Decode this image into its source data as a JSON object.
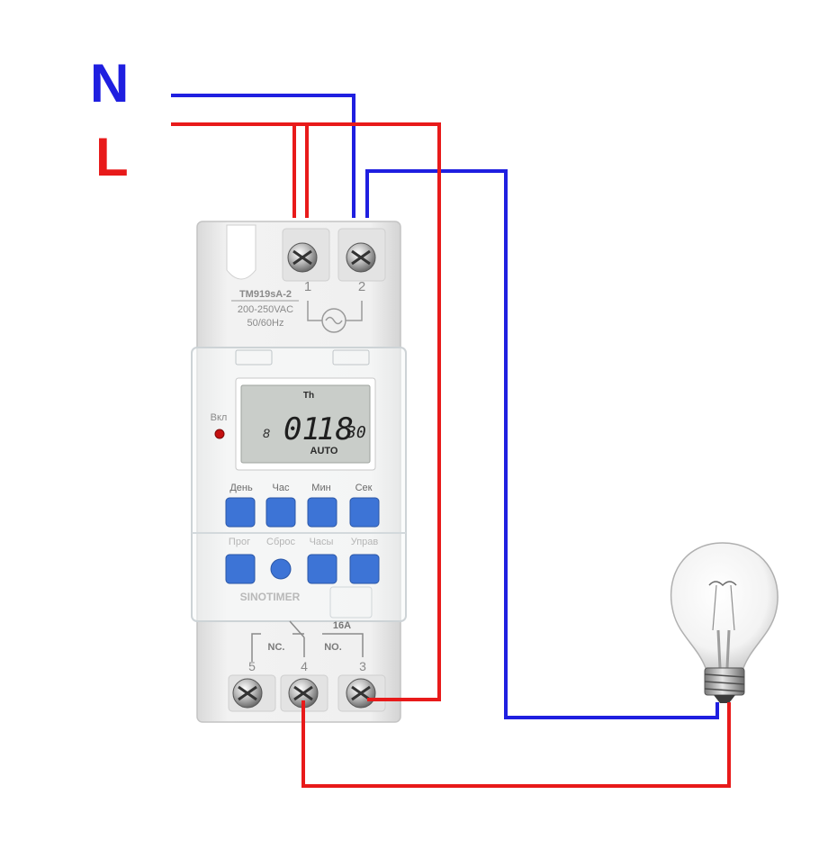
{
  "supply": {
    "neutral_label": "N",
    "line_label": "L"
  },
  "colors": {
    "neutral_wire": "#1f1fe0",
    "line_wire": "#e81a1a",
    "device_body": "#ededed",
    "lcd_background": "#c9cdc9",
    "button": "#3d74d6",
    "led": "#c41010"
  },
  "device": {
    "model": "TM919sA-2",
    "voltage": "200-250VAC",
    "frequency": "50/60Hz",
    "top_terminals": [
      "1",
      "2"
    ],
    "bottom_terminals": [
      "5",
      "4",
      "3"
    ],
    "nc_label": "NC.",
    "no_label": "NO.",
    "current_rating": "16A",
    "led_label": "Вкл",
    "lcd": {
      "day_indicator": "Th",
      "weekday_digit": "8",
      "hours": "01",
      "minutes": "18",
      "seconds": "30",
      "mode": "AUTO"
    },
    "button_labels_top": [
      "День",
      "Час",
      "Мин",
      "Сек"
    ],
    "button_labels_bottom": [
      "Прог",
      "Сброс",
      "Часы",
      "Управ"
    ],
    "brand": "SINOTIMER"
  },
  "lamp": {
    "icon": "light-bulb-icon"
  }
}
